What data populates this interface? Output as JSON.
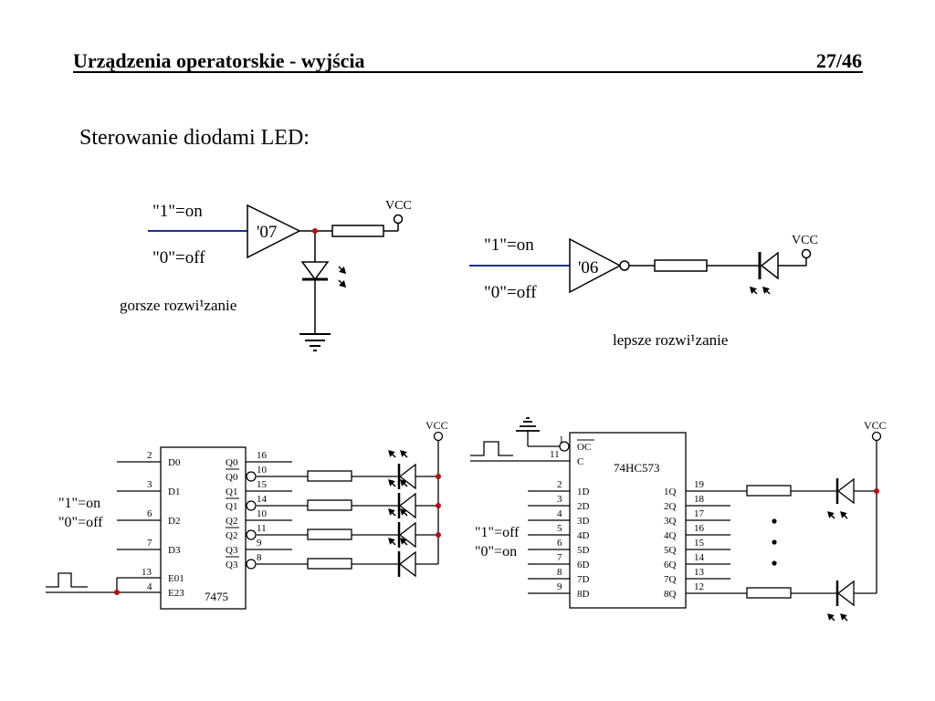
{
  "header": {
    "title": "Urządzenia operatorskie - wyjścia",
    "page": "27/46"
  },
  "subtitle": "Sterowanie diodami LED:",
  "circuit1": {
    "on": "\"1\"=on",
    "off": "\"0\"=off",
    "chip": "'07",
    "vcc": "VCC",
    "caption": "gorsze rozwi¹zanie"
  },
  "circuit2": {
    "on": "\"1\"=on",
    "off": "\"0\"=off",
    "chip": "'06",
    "vcc": "VCC",
    "caption": "lepsze rozwi¹zanie"
  },
  "circuit3": {
    "chip": "7475",
    "on": "\"1\"=on",
    "off": "\"0\"=off",
    "vcc": "VCC",
    "inputs": [
      {
        "pin": "2",
        "label": "D0"
      },
      {
        "pin": "3",
        "label": "D1"
      },
      {
        "pin": "6",
        "label": "D2"
      },
      {
        "pin": "7",
        "label": "D3"
      }
    ],
    "enables": [
      {
        "pin": "13",
        "label": "E01"
      },
      {
        "pin": "4",
        "label": "E23"
      }
    ],
    "outputs": [
      {
        "pin": "16",
        "label": "Q0"
      },
      {
        "pin": "10",
        "label": "Q0"
      },
      {
        "pin": "15",
        "label": "Q1"
      },
      {
        "pin": "14",
        "label": "Q1"
      },
      {
        "pin": "10",
        "label": "Q2"
      },
      {
        "pin": "11",
        "label": "Q2"
      },
      {
        "pin": "9",
        "label": "Q3"
      },
      {
        "pin": "8",
        "label": "Q3"
      }
    ]
  },
  "circuit4": {
    "chip": "74HC573",
    "on": "\"1\"=off",
    "off": "\"0\"=on",
    "vcc": "VCC",
    "oc": {
      "pin": "1",
      "label": "OC"
    },
    "c": {
      "pin": "11",
      "label": "C"
    },
    "inputs": [
      {
        "pin": "2",
        "label": "1D"
      },
      {
        "pin": "3",
        "label": "2D"
      },
      {
        "pin": "4",
        "label": "3D"
      },
      {
        "pin": "5",
        "label": "4D"
      },
      {
        "pin": "6",
        "label": "5D"
      },
      {
        "pin": "7",
        "label": "6D"
      },
      {
        "pin": "8",
        "label": "7D"
      },
      {
        "pin": "9",
        "label": "8D"
      }
    ],
    "outputs": [
      {
        "pin": "19",
        "label": "1Q"
      },
      {
        "pin": "18",
        "label": "2Q"
      },
      {
        "pin": "17",
        "label": "3Q"
      },
      {
        "pin": "16",
        "label": "4Q"
      },
      {
        "pin": "15",
        "label": "5Q"
      },
      {
        "pin": "14",
        "label": "6Q"
      },
      {
        "pin": "13",
        "label": "7Q"
      },
      {
        "pin": "12",
        "label": "8Q"
      }
    ]
  },
  "colors": {
    "signal_line": "#1c2f8f",
    "junction": "#b01010"
  }
}
